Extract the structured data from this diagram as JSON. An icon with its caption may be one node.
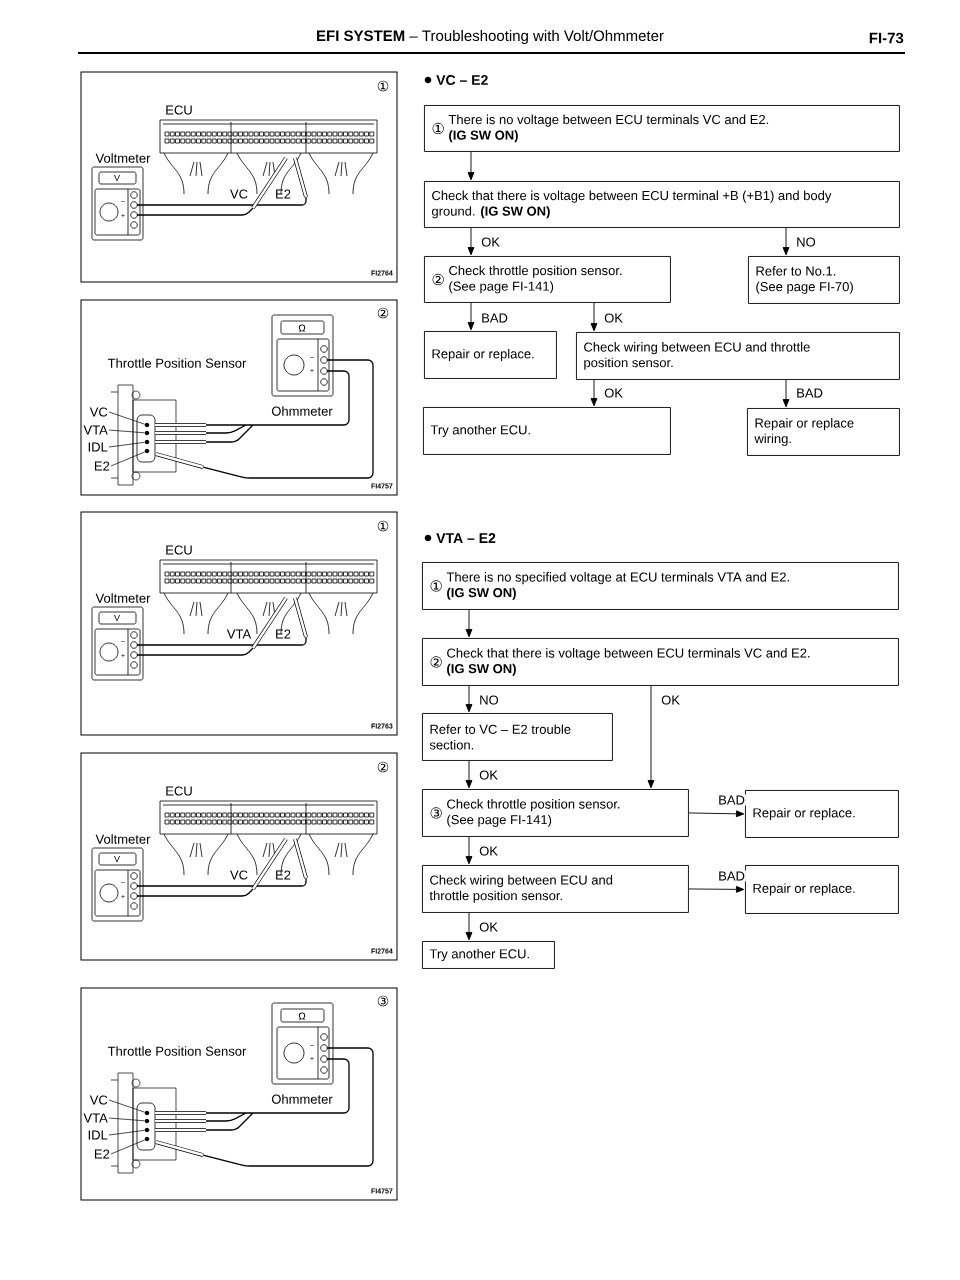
{
  "diagram": {
    "title": "**EFI SYSTEM** – Troubleshooting with Volt/Ohmmeter",
    "nodes": [
      {
        "text": [
          "①",
          "There is no voltage between ECU terminals VC and E2.",
          "(IG SW ON)"
        ]
      },
      {
        "text": [
          "Check that there is voltage between ECU terminal +B (+B1) and body ground. **(IG SW ON)**"
        ]
      },
      {
        "text": [
          "②",
          "Check throttle position sensor.",
          "(See page FI-141)"
        ]
      },
      {
        "text": [
          "Refer to No.1.",
          "(See page FI-70)"
        ]
      },
      {
        "text": [
          "Repair or replace."
        ]
      },
      {
        "text": [
          "Check wiring between ECU and throttle position sensor."
        ]
      },
      {
        "text": [
          "Try another ECU."
        ]
      },
      {
        "text": [
          "Repair or replace wiring."
        ]
      },
      {
        "text": [
          "①",
          "There is no specified voltage at ECU terminals VTA and E2.",
          "(IG SW ON)"
        ]
      },
      {
        "text": [
          "②",
          "Check that there is voltage between ECU terminals VC and E2.",
          "(IG SW ON)"
        ]
      },
      {
        "text": [
          "Refer to VC – E2 trouble section."
        ]
      },
      {
        "text": [
          "③",
          "Check throttle position sensor.",
          "(See page FI-141)"
        ]
      },
      {
        "text": [
          "Repair or replace."
        ]
      },
      {
        "text": [
          "Check wiring between ECU and throttle position sensor."
        ]
      },
      {
        "text": [
          "Repair or replace."
        ]
      },
      {
        "text": [
          "Try another ECU."
        ]
      },
      {
        "text": [
          "VC"
        ]
      },
      {
        "text": [
          "VTA"
        ]
      },
      {
        "text": [
          "IDL"
        ]
      },
      {
        "text": [
          "E2"
        ]
      },
      {
        "text": [
          "VC"
        ]
      },
      {
        "text": [
          "VTA"
        ]
      },
      {
        "text": [
          "IDL"
        ]
      },
      {
        "text": [
          "E2"
        ]
      },
      {
        "text": [],
        "shape": "circle"
      },
      {
        "text": [],
        "shape": "circle"
      },
      {
        "text": [],
        "shape": "circle"
      },
      {
        "text": [],
        "shape": "circle"
      },
      {
        "text": [],
        "shape": "circle"
      },
      {
        "text": [],
        "shape": "circle"
      },
      {
        "text": [],
        "shape": "circle"
      },
      {
        "text": [],
        "shape": "circle"
      }
    ],
    "edges": [
      {
        "from": 0,
        "to": 1,
        "arrow": "to"
      },
      {
        "from": 1,
        "to": 2,
        "arrow": "to",
        "label": "OK"
      },
      {
        "from": 1,
        "to": 3,
        "arrow": "to",
        "label": "NO"
      },
      {
        "from": 2,
        "to": 4,
        "arrow": "to",
        "label": "BAD"
      },
      {
        "from": 2,
        "to": 5,
        "arrow": "to",
        "label": "OK"
      },
      {
        "from": 5,
        "to": 6,
        "arrow": "to",
        "label": "OK"
      },
      {
        "from": 5,
        "to": 7,
        "arrow": "to",
        "label": "BAD"
      },
      {
        "from": 8,
        "to": 9,
        "arrow": "to"
      },
      {
        "from": 9,
        "to": 10,
        "arrow": "to",
        "label": "NO"
      },
      {
        "from": 9,
        "to": 11,
        "arrow": "to",
        "label": "OK"
      },
      {
        "from": 10,
        "to": 11,
        "arrow": "to",
        "label": "OK"
      },
      {
        "from": 11,
        "to": 12,
        "arrow": "to",
        "label": "BAD"
      },
      {
        "from": 11,
        "to": 13,
        "arrow": "to",
        "label": "OK"
      },
      {
        "from": 13,
        "to": 14,
        "arrow": "to",
        "label": "BAD"
      },
      {
        "from": 13,
        "to": 15,
        "arrow": "to",
        "label": "OK"
      },
      {
        "from": 16,
        "to": 24,
        "arrow": "none"
      },
      {
        "from": 17,
        "to": 25,
        "arrow": "none"
      },
      {
        "from": 18,
        "to": 26,
        "arrow": "none"
      },
      {
        "from": 19,
        "to": 27,
        "arrow": "none"
      },
      {
        "from": 20,
        "to": 28,
        "arrow": "none"
      },
      {
        "from": 21,
        "to": 29,
        "arrow": "none"
      },
      {
        "from": 22,
        "to": 30,
        "arrow": "none"
      },
      {
        "from": 23,
        "to": 31,
        "arrow": "none"
      }
    ],
    "labels": [
      "FI-73",
      "①",
      "ECU",
      "Voltmeter",
      "V",
      "–",
      "+",
      "VC",
      "E2",
      "FI2764",
      "②",
      "Throttle Position Sensor",
      "Ω",
      "–",
      "+",
      "Ohmmeter",
      "FI4757",
      "①",
      "ECU",
      "Voltmeter",
      "V",
      "–",
      "+",
      "VTA",
      "E2",
      "FI2763",
      "②",
      "ECU",
      "Voltmeter",
      "V",
      "–",
      "+",
      "VC",
      "E2",
      "FI2764",
      "③",
      "Throttle Position Sensor",
      "Ω",
      "–",
      "+",
      "Ohmmeter",
      "FI4757",
      "VC – E2",
      "VTA – E2"
    ]
  }
}
